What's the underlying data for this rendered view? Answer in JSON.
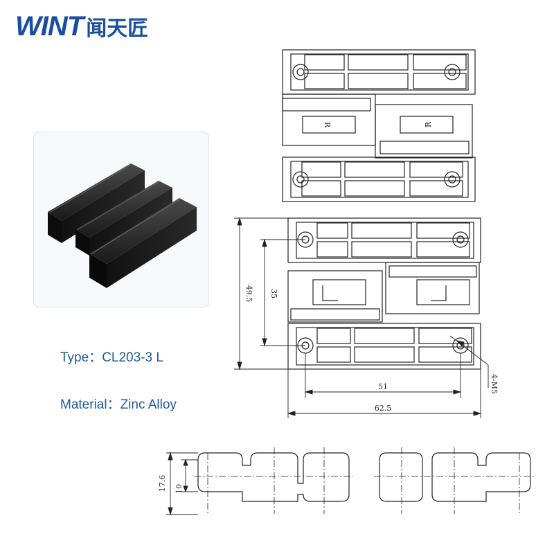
{
  "brand": {
    "logo_latin": "WINT",
    "logo_cn": "闻天匠",
    "color": "#1a4fa0"
  },
  "spec": {
    "type_label": "Type：",
    "type_value": "CL203-3 L",
    "material_label": "Material：",
    "material_value": "Zinc Alloy",
    "color": "#1c5a9c"
  },
  "dimensions": {
    "height_total": "49.5",
    "height_holes": "35",
    "hole_spacing": "51",
    "width_total": "62.5",
    "holes": "4-M5",
    "side_height_total": "17.6",
    "side_height_inner": "10"
  },
  "marks": {
    "r": "R",
    "l": "L"
  }
}
